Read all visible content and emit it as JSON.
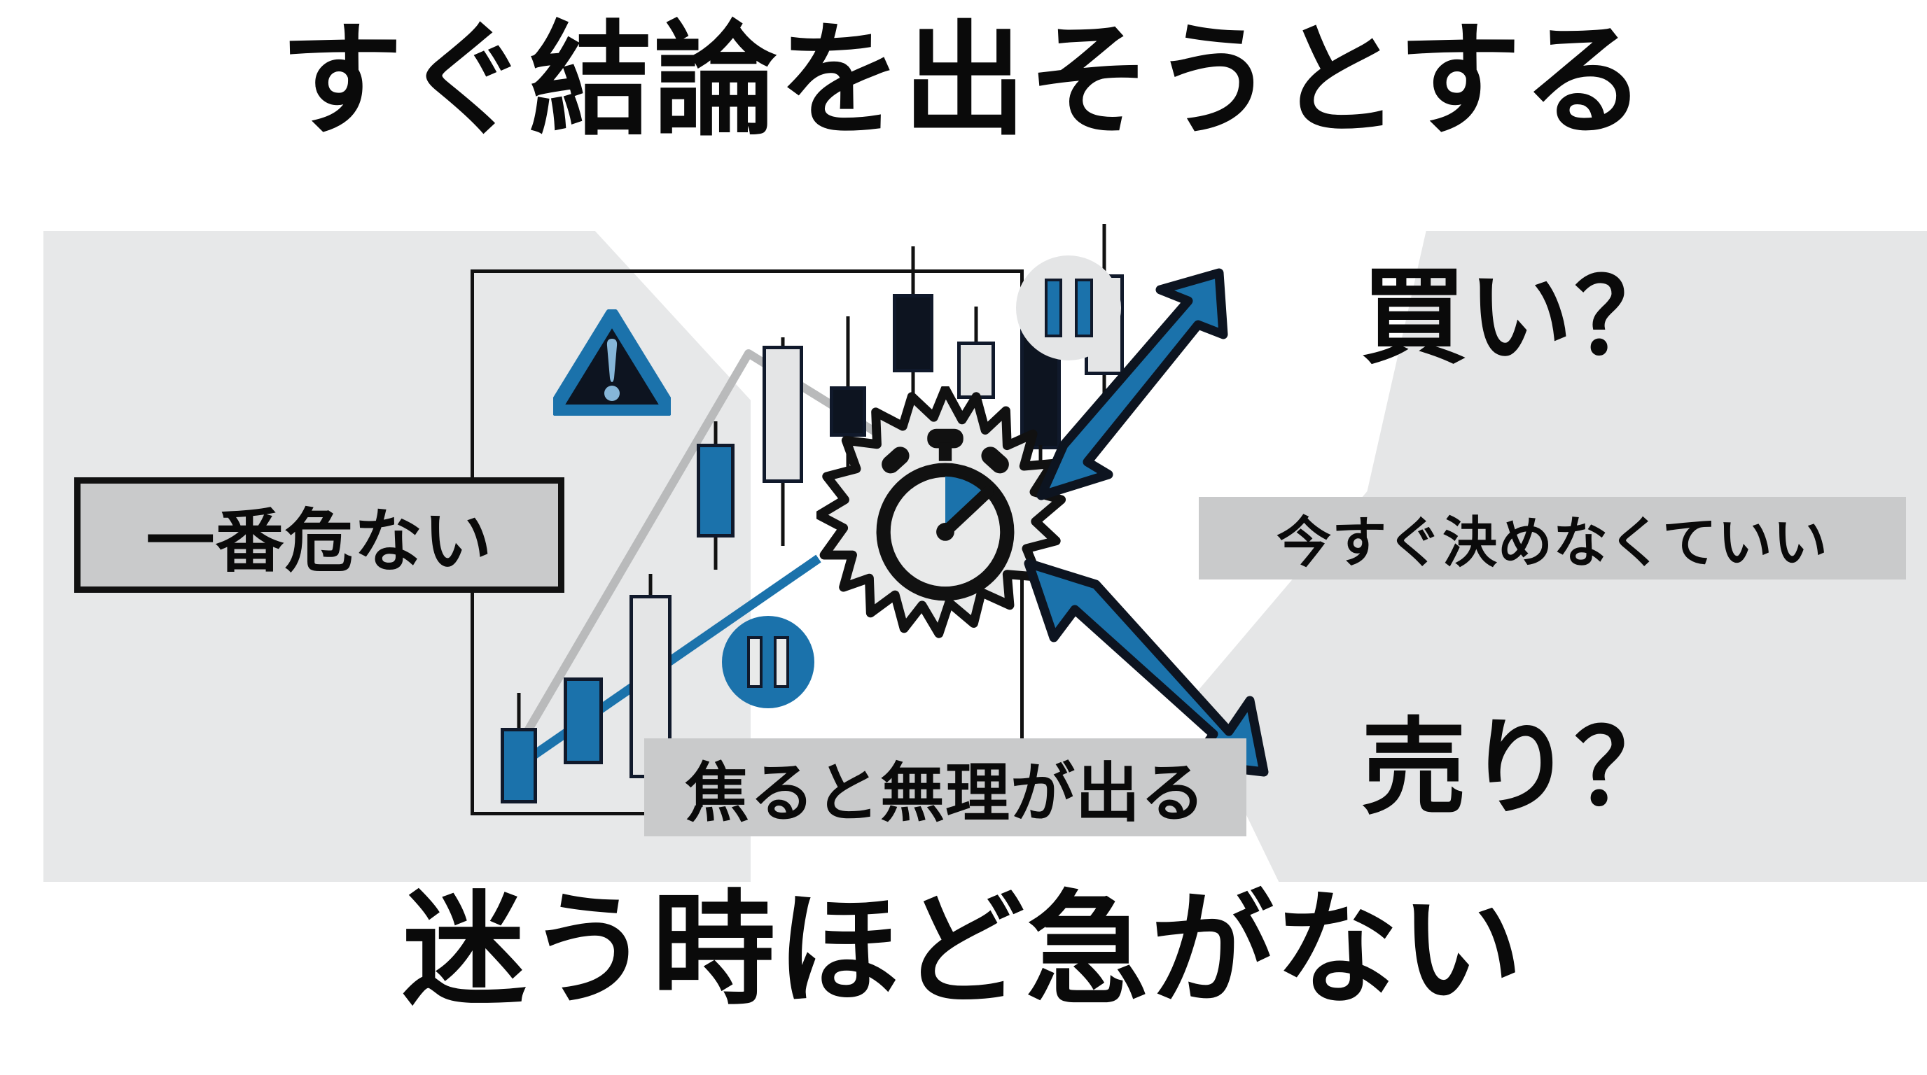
{
  "headline": "すぐ結論を出そうとする",
  "footline": "迷う時ほど急がない",
  "answers": {
    "buy": "買い？",
    "sell": "売り？"
  },
  "chips": {
    "danger": "一番危ない",
    "rush": "焦ると無理が出る",
    "no_decide": "今すぐ決めなくていい"
  },
  "icons": {
    "warning": "warning-triangle-icon",
    "stopwatch": "stopwatch-icon",
    "pause_top": "pause-icon",
    "pause_bottom": "pause-icon",
    "arrow_up": "arrow-up-right-icon",
    "arrow_down": "arrow-down-right-icon"
  },
  "colors": {
    "accent_blue": "#1b72ab",
    "ink": "#0a0a0a",
    "outline": "#10192b",
    "panel_gray": "#e5e6e7",
    "chip_gray": "#c9cacb",
    "candle_light": "#e4e5e6",
    "candle_dark": "#0d1420",
    "trend_gray": "#b9babb"
  },
  "chart_data": {
    "type": "candlestick",
    "title": "",
    "xlabel": "",
    "ylabel": "",
    "grid": false,
    "frame": true,
    "ylim": [
      0,
      100
    ],
    "candles": [
      {
        "i": 1,
        "dir": "up",
        "open": 6,
        "close": 14,
        "high": 20,
        "low": 6
      },
      {
        "i": 2,
        "dir": "up",
        "open": 10,
        "close": 19,
        "high": 19,
        "low": 10
      },
      {
        "i": 3,
        "dir": "light",
        "open": 56,
        "close": 12,
        "high": 60,
        "low": 6
      },
      {
        "i": 4,
        "dir": "up",
        "open": 45,
        "close": 58,
        "high": 62,
        "low": 40
      },
      {
        "i": 5,
        "dir": "light",
        "open": 70,
        "close": 43,
        "high": 76,
        "low": 36
      },
      {
        "i": 6,
        "dir": "down",
        "open": 55,
        "close": 47,
        "high": 62,
        "low": 42
      },
      {
        "i": 7,
        "dir": "down",
        "open": 80,
        "close": 63,
        "high": 90,
        "low": 58
      },
      {
        "i": 8,
        "dir": "light",
        "open": 70,
        "close": 62,
        "high": 76,
        "low": 54
      },
      {
        "i": 9,
        "dir": "down",
        "open": 72,
        "close": 48,
        "high": 72,
        "low": 38
      },
      {
        "i": 10,
        "dir": "light",
        "open": 80,
        "close": 64,
        "high": 88,
        "low": 60
      }
    ],
    "trendlines": [
      {
        "name": "gray-rise-then-fall",
        "color": "#b9babb",
        "points": [
          [
            0.07,
            0.12
          ],
          [
            0.52,
            0.88
          ],
          [
            0.8,
            0.7
          ],
          [
            0.9,
            0.72
          ]
        ]
      },
      {
        "name": "blue-support",
        "color": "#1b72ab",
        "points": [
          [
            0.07,
            0.1
          ],
          [
            0.62,
            0.52
          ]
        ]
      }
    ]
  }
}
